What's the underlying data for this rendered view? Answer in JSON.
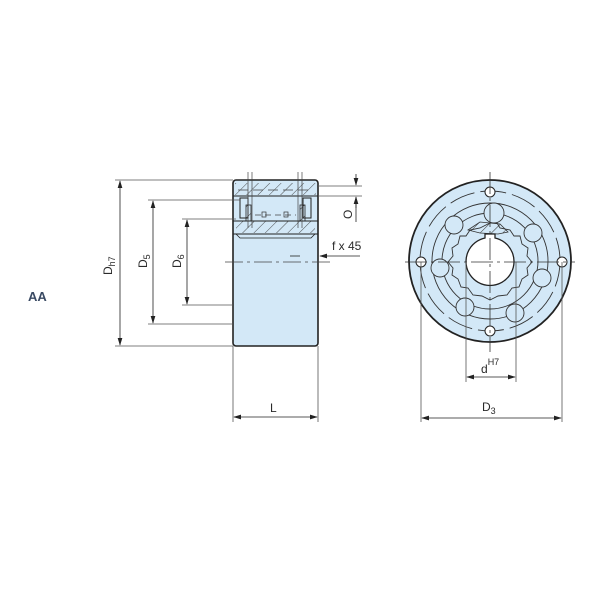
{
  "variant_label": "AA",
  "colors": {
    "part_fill": "#d3e8f7",
    "outline": "#222222",
    "dimension_line": "#555555",
    "label_text": "#2a2a2a",
    "variant_text": "#3a4a63"
  },
  "side_view": {
    "dimensions": {
      "outer_diameter": {
        "main": "D",
        "sub": "h7"
      },
      "d5": {
        "main": "D",
        "sub": "5"
      },
      "d6": {
        "main": "D",
        "sub": "6"
      },
      "length": "L",
      "chamfer": "f x 45",
      "offset": "O"
    }
  },
  "front_view": {
    "dimensions": {
      "bore": {
        "main": "d",
        "sup": "H7"
      },
      "d3": {
        "main": "D",
        "sub": "3"
      }
    }
  }
}
